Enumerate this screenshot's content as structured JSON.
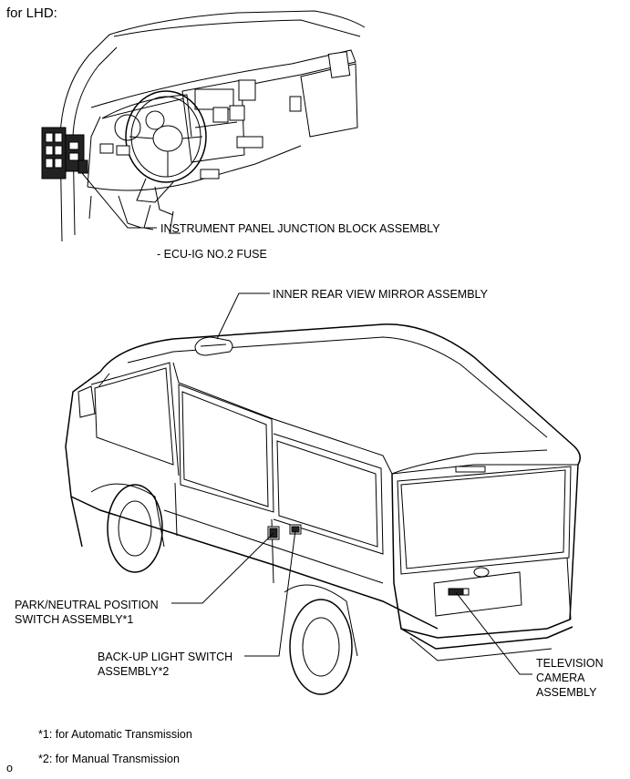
{
  "title": "for LHD:",
  "labels": {
    "instrument_panel": "INSTRUMENT PANEL JUNCTION BLOCK ASSEMBLY",
    "ecu_fuse": "- ECU-IG NO.2 FUSE",
    "mirror": "INNER REAR VIEW MIRROR ASSEMBLY",
    "park_neutral": "PARK/NEUTRAL POSITION\nSWITCH ASSEMBLY*1",
    "backup_light": "BACK-UP LIGHT SWITCH\nASSEMBLY*2",
    "camera": "TELEVISION\nCAMERA\nASSEMBLY"
  },
  "notes": {
    "note1": "*1: for Automatic Transmission",
    "note2": "*2: for Manual Transmission"
  },
  "corner_mark": "o"
}
